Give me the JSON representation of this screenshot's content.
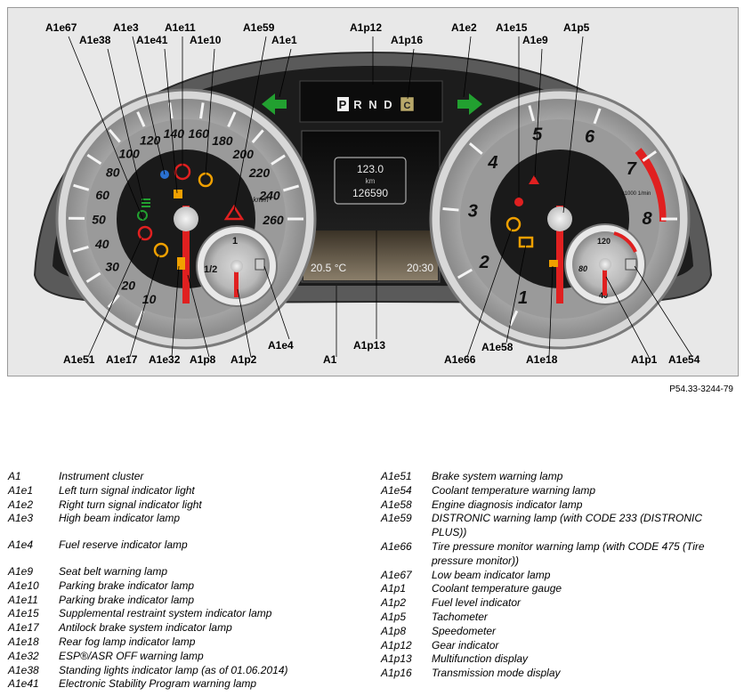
{
  "figure": {
    "callouts": {
      "A1e67": "A1e67",
      "A1e38": "A1e38",
      "A1e3": "A1e3",
      "A1e41": "A1e41",
      "A1e11": "A1e11",
      "A1e10": "A1e10",
      "A1e59": "A1e59",
      "A1e1": "A1e1",
      "A1p12": "A1p12",
      "A1p16": "A1p16",
      "A1e2": "A1e2",
      "A1e15": "A1e15",
      "A1e9": "A1e9",
      "A1p5": "A1p5",
      "A1e51": "A1e51",
      "A1e17": "A1e17",
      "A1e32": "A1e32",
      "A1p8": "A1p8",
      "A1p2": "A1p2",
      "A1e4": "A1e4",
      "A1": "A1",
      "A1p13": "A1p13",
      "A1e66": "A1e66",
      "A1e58": "A1e58",
      "A1e18": "A1e18",
      "A1p1": "A1p1",
      "A1e54": "A1e54"
    },
    "gear_letters": [
      "P",
      "R",
      "N",
      "D"
    ],
    "transmission_mode": "C",
    "display": {
      "speed": "123.0",
      "unit": "km",
      "odometer": "126590",
      "temperature": "20.5 °C",
      "time": "20:30"
    },
    "speedometer_labels": [
      "10",
      "20",
      "30",
      "40",
      "50",
      "60",
      "80",
      "100",
      "120",
      "140",
      "160",
      "180",
      "200",
      "220",
      "240",
      "260"
    ],
    "speed_unit": "km/h",
    "fuel_labels": {
      "full": "1",
      "half": "1/2"
    },
    "tach_labels": [
      "1",
      "2",
      "3",
      "4",
      "5",
      "6",
      "7",
      "8"
    ],
    "tach_brand": "x1000 1/min",
    "coolant_labels": {
      "high": "120",
      "mid": "80",
      "low": "40"
    },
    "colors": {
      "red": "#e02020",
      "green": "#22a030",
      "orange": "#f0a000",
      "blue": "#2a70d0"
    }
  },
  "reference": "P54.33-3244-79",
  "legend_left": [
    {
      "code": "A1",
      "desc": "Instrument cluster"
    },
    {
      "code": "A1e1",
      "desc": "Left turn signal indicator light"
    },
    {
      "code": "A1e2",
      "desc": "Right turn signal indicator light"
    },
    {
      "code": "A1e3",
      "desc": "High beam indicator lamp"
    },
    {
      "code": "A1e4",
      "desc": "Fuel reserve indicator lamp"
    },
    {
      "code": "A1e9",
      "desc": "Seat belt warning lamp"
    },
    {
      "code": "A1e10",
      "desc": "Parking brake indicator lamp"
    },
    {
      "code": "A1e11",
      "desc": "Parking brake indicator lamp"
    },
    {
      "code": "A1e15",
      "desc": "Supplemental restraint system indicator lamp"
    },
    {
      "code": "A1e17",
      "desc": "Antilock brake system indicator lamp"
    },
    {
      "code": "A1e18",
      "desc": "Rear fog lamp indicator lamp"
    },
    {
      "code": "A1e32",
      "desc": "ESP®/ASR OFF warning lamp"
    },
    {
      "code": "A1e38",
      "desc": "Standing lights indicator lamp (as of 01.06.2014)"
    },
    {
      "code": "A1e41",
      "desc": "Electronic Stability Program warning lamp"
    }
  ],
  "legend_right": [
    {
      "code": "A1e51",
      "desc": "Brake system warning lamp"
    },
    {
      "code": "A1e54",
      "desc": "Coolant temperature warning lamp"
    },
    {
      "code": "A1e58",
      "desc": "Engine diagnosis indicator lamp"
    },
    {
      "code": "A1e59",
      "desc": "DISTRONIC warning lamp (with CODE 233 (DISTRONIC PLUS))"
    },
    {
      "code": "A1e66",
      "desc": "Tire pressure monitor warning lamp (with CODE 475 (Tire pressure monitor))"
    },
    {
      "code": "A1e67",
      "desc": "Low beam indicator lamp"
    },
    {
      "code": "A1p1",
      "desc": "Coolant temperature gauge"
    },
    {
      "code": "A1p2",
      "desc": "Fuel level indicator"
    },
    {
      "code": "A1p5",
      "desc": "Tachometer"
    },
    {
      "code": "A1p8",
      "desc": "Speedometer"
    },
    {
      "code": "A1p12",
      "desc": "Gear indicator"
    },
    {
      "code": "A1p13",
      "desc": "Multifunction display"
    },
    {
      "code": "A1p16",
      "desc": "Transmission mode display"
    }
  ]
}
